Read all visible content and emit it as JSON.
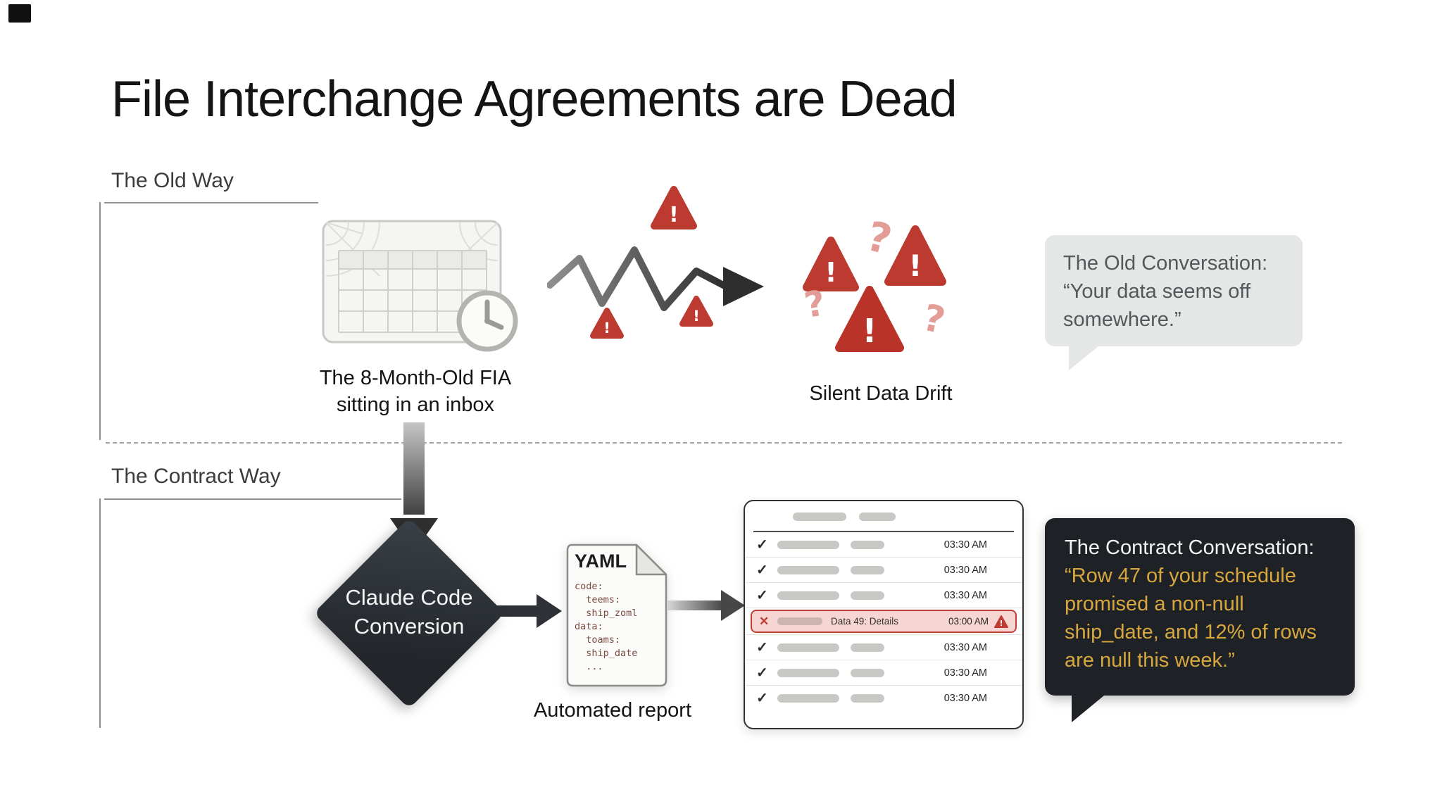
{
  "title": "File Interchange Agreements are Dead",
  "icons": {
    "check": "✓",
    "cross": "✕",
    "warning": "⚠",
    "exclamation": "!",
    "question": "?"
  },
  "colors": {
    "alert_red": "#bf3a30",
    "question_pink": "#e29d97",
    "gold": "#d7a73e",
    "dark_panel": "#1e2227",
    "bubble_gray": "#e5e7e6"
  },
  "old_way": {
    "label": "The Old Way",
    "fia_caption": [
      "The 8-Month-Old FIA",
      "sitting in an inbox"
    ],
    "drift_caption": "Silent Data Drift",
    "conversation": {
      "heading": "The Old Conversation:",
      "lines": [
        "“Your data seems off",
        "somewhere.”"
      ]
    }
  },
  "contract_way": {
    "label": "The Contract Way",
    "diamond": [
      "Claude Code",
      "Conversion"
    ],
    "yaml": {
      "title": "YAML",
      "code": [
        "code:",
        "  teems:",
        "  ship_zoml",
        "data:",
        "  toams:",
        "  ship_date",
        "  ..."
      ]
    },
    "report_caption": "Automated report",
    "report": {
      "rows": [
        {
          "type": "ok",
          "time": "03:30 AM"
        },
        {
          "type": "ok",
          "time": "03:30 AM"
        },
        {
          "type": "ok",
          "time": "03:30 AM"
        },
        {
          "type": "error",
          "label": "Data 49: Details",
          "time": "03:00 AM"
        },
        {
          "type": "ok",
          "time": "03:30 AM"
        },
        {
          "type": "ok",
          "time": "03:30 AM"
        },
        {
          "type": "ok",
          "time": "03:30 AM"
        }
      ]
    },
    "conversation": {
      "heading": "The Contract Conversation:",
      "lines": [
        "“Row 47 of your schedule",
        "promised a non-null",
        "ship_date, and 12% of rows",
        "are null this week.”"
      ]
    }
  }
}
